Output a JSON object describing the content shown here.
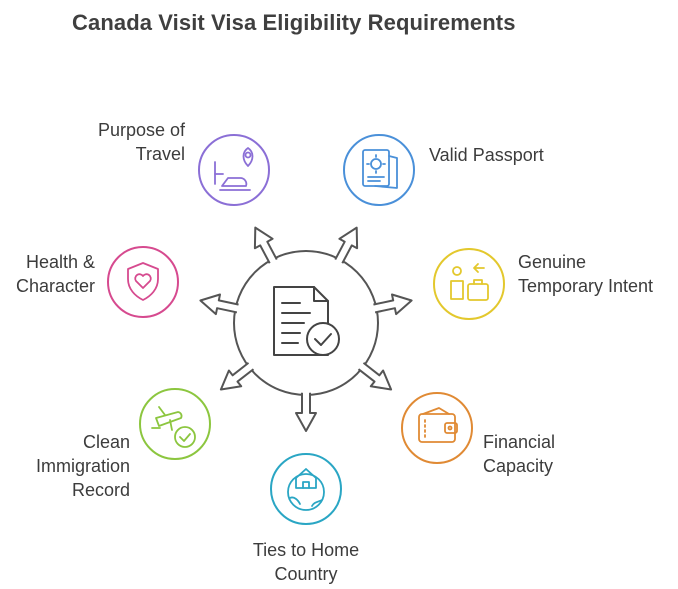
{
  "title": "Canada Visit Visa Eligibility Requirements",
  "items": [
    {
      "line1": "Purpose of",
      "line2": "Travel",
      "color": "#8b6fd6",
      "icon": "map-pin-train-icon"
    },
    {
      "line1": "Valid Passport",
      "line2": "",
      "color": "#4a90d9",
      "icon": "passport-icon"
    },
    {
      "line1": "Genuine",
      "line2": "Temporary Intent",
      "color": "#e3c82d",
      "icon": "traveler-luggage-icon"
    },
    {
      "line1": "Financial",
      "line2": "Capacity",
      "color": "#e08a34",
      "icon": "wallet-icon"
    },
    {
      "line1": "Ties to Home",
      "line2": "Country",
      "color": "#2aa6c4",
      "icon": "home-globe-icon"
    },
    {
      "line1": "Clean",
      "line2": "Immigration",
      "line3": "Record",
      "color": "#8cc63f",
      "icon": "plane-check-icon"
    },
    {
      "line1": "Health &",
      "line2": "Character",
      "color": "#d64a8f",
      "icon": "heart-shield-icon"
    }
  ],
  "hub": {
    "icon": "document-check-icon"
  }
}
